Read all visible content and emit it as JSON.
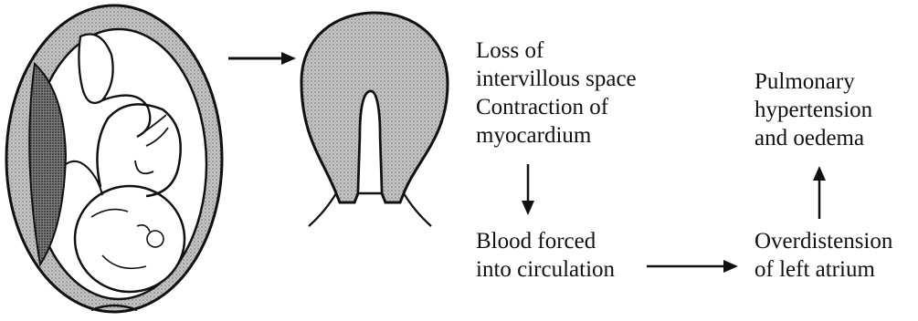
{
  "blocks": {
    "loss": {
      "lines": [
        "Loss of",
        "intervillous space",
        "Contraction of",
        "myocardium"
      ]
    },
    "pulmonary": {
      "lines": [
        "Pulmonary",
        "hypertension",
        "and oedema"
      ]
    },
    "blood": {
      "lines": [
        "Blood forced",
        "into circulation"
      ]
    },
    "overdistension": {
      "lines": [
        "Overdistension",
        "of left atrium"
      ]
    }
  },
  "colors": {
    "ink": "#111111",
    "stipple": "#bdbdbd",
    "background": "#ffffff"
  }
}
